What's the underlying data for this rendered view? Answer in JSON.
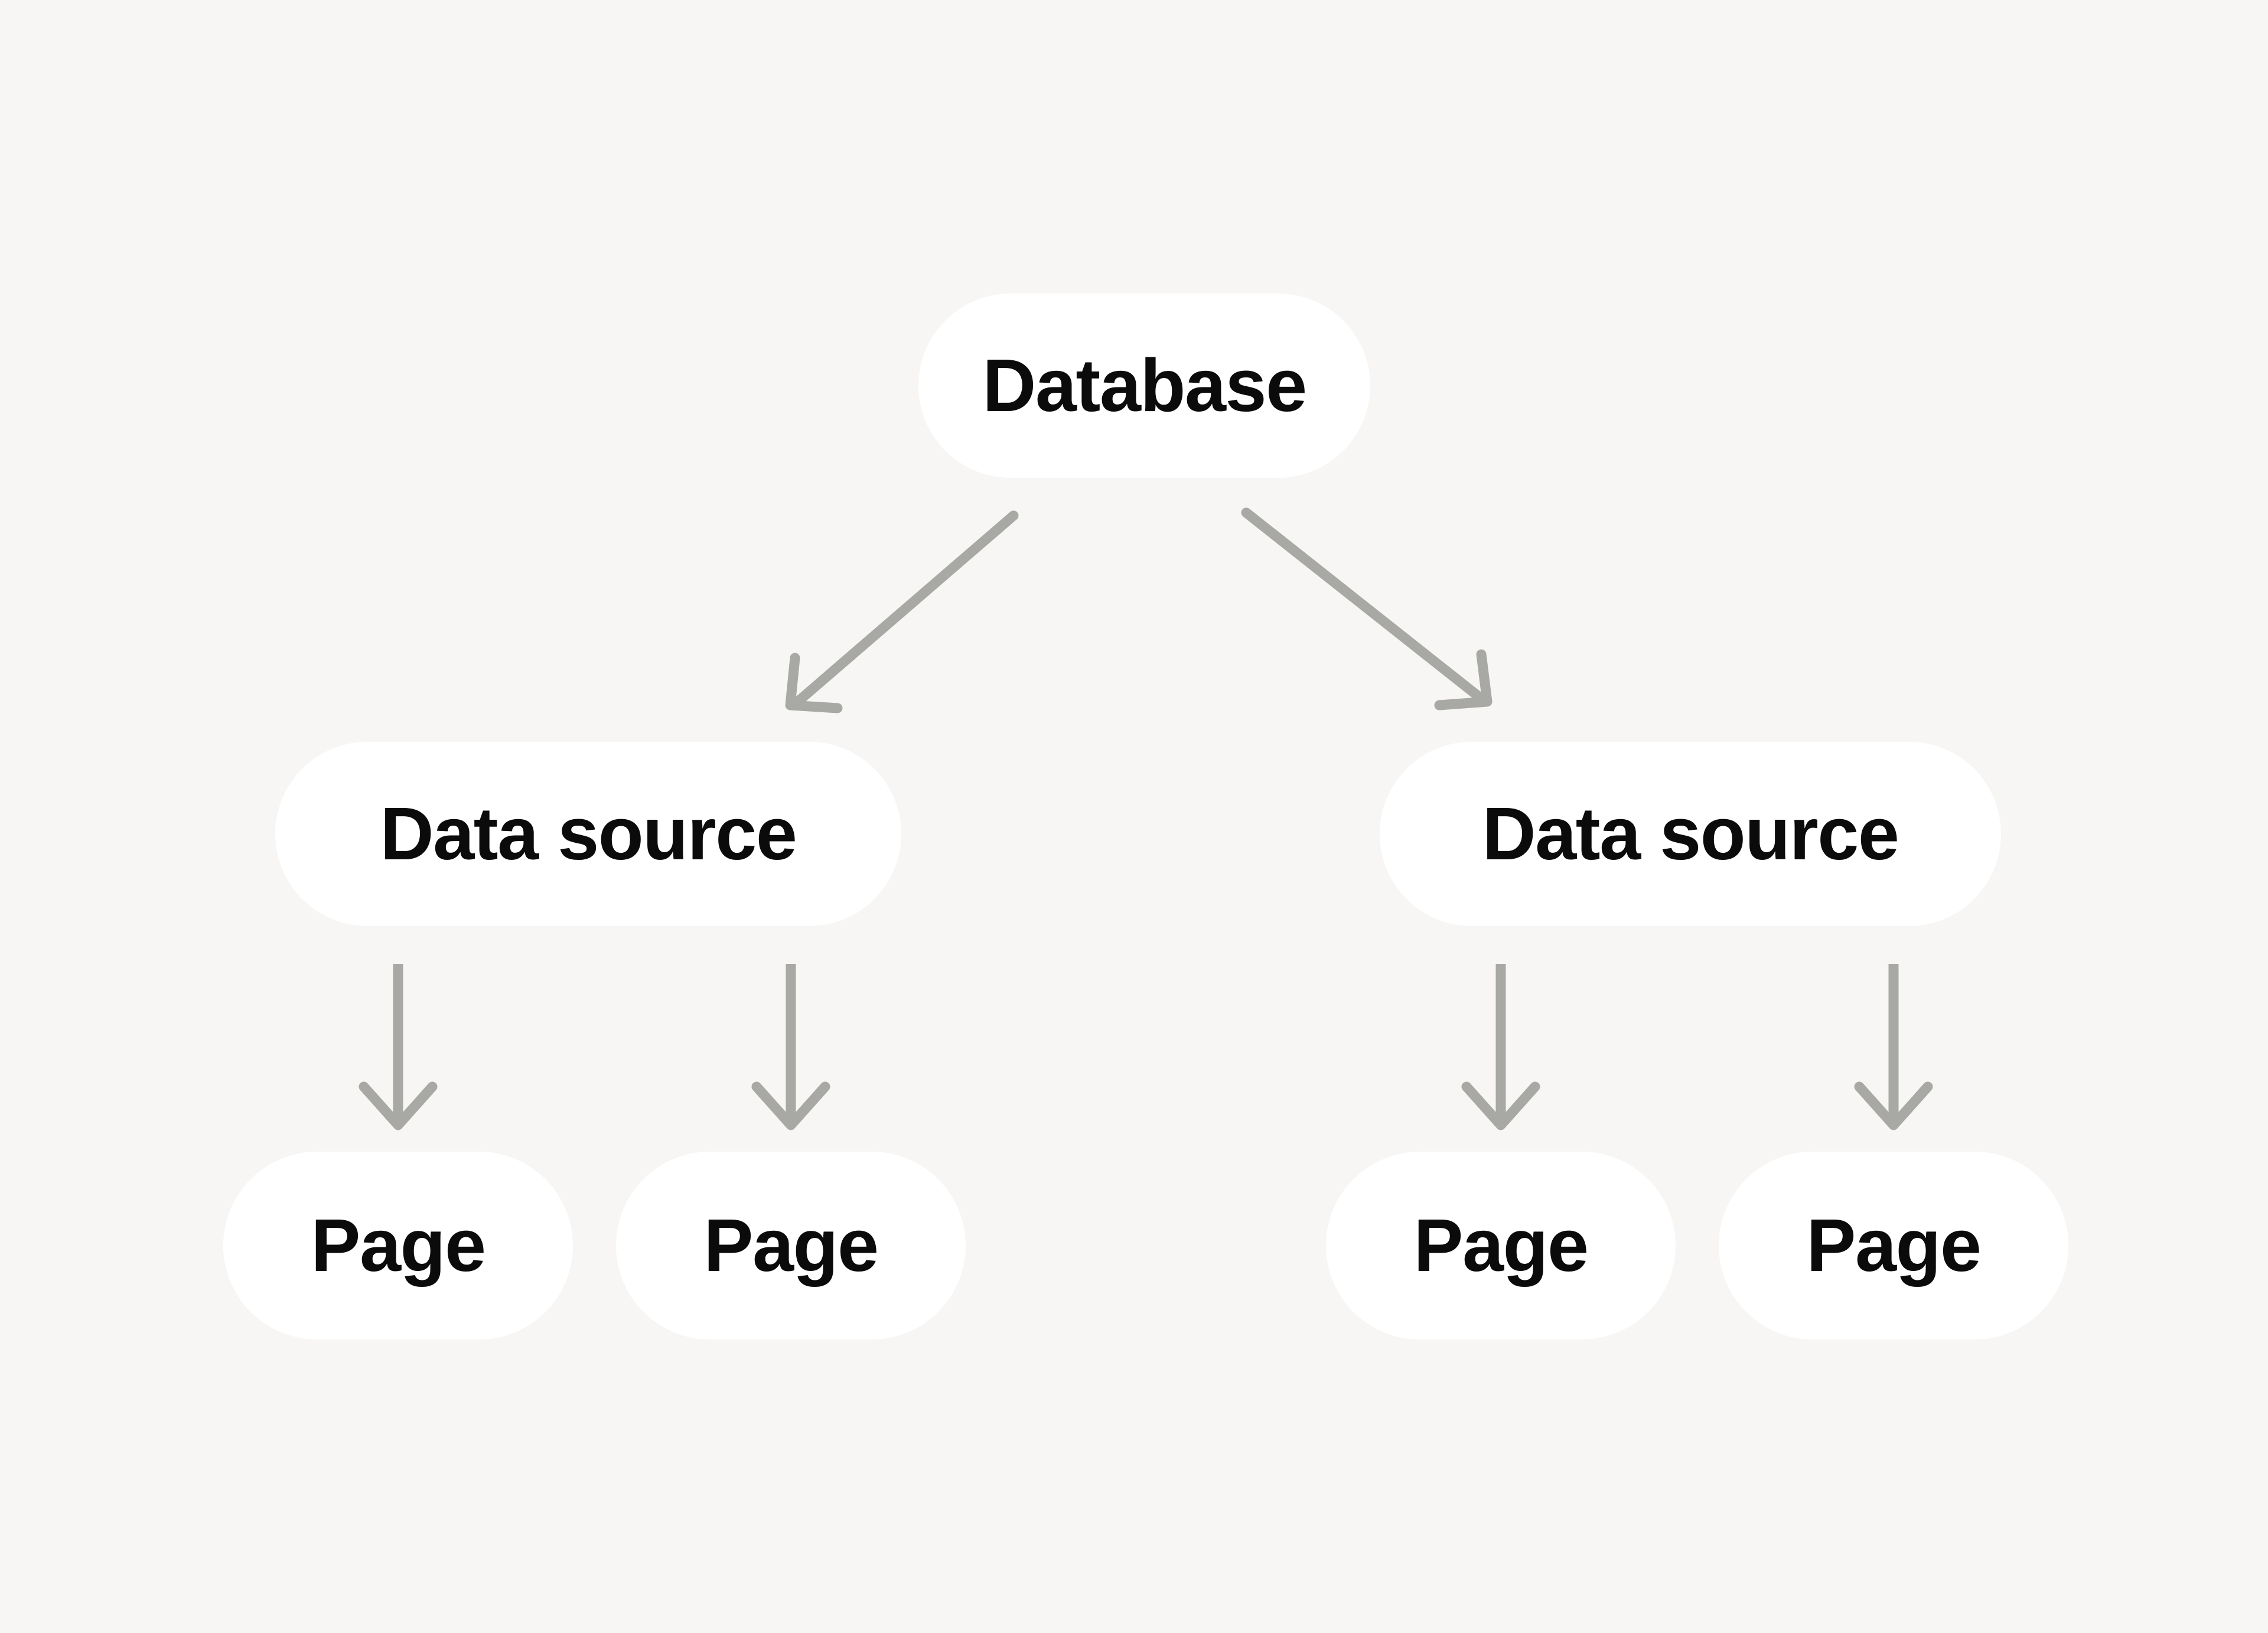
{
  "diagram": {
    "title": "Database hierarchy diagram",
    "background_color": "#F7F6F4",
    "node_fill_color": "#FFFFFF",
    "node_text_color": "#0B0B0B",
    "edge_color": "#A8A8A5",
    "nodes": [
      {
        "id": "database",
        "label": "Database",
        "level": 0
      },
      {
        "id": "ds-left",
        "label": "Data source",
        "level": 1
      },
      {
        "id": "ds-right",
        "label": "Data source",
        "level": 1
      },
      {
        "id": "page-1",
        "label": "Page",
        "level": 2
      },
      {
        "id": "page-2",
        "label": "Page",
        "level": 2
      },
      {
        "id": "page-3",
        "label": "Page",
        "level": 2
      },
      {
        "id": "page-4",
        "label": "Page",
        "level": 2
      }
    ],
    "edges": [
      {
        "from": "database",
        "to": "ds-left",
        "kind": "diagonal-down-left"
      },
      {
        "from": "database",
        "to": "ds-right",
        "kind": "diagonal-down-right"
      },
      {
        "from": "ds-left",
        "to": "page-1",
        "kind": "vertical-down"
      },
      {
        "from": "ds-left",
        "to": "page-2",
        "kind": "vertical-down"
      },
      {
        "from": "ds-right",
        "to": "page-3",
        "kind": "vertical-down"
      },
      {
        "from": "ds-right",
        "to": "page-4",
        "kind": "vertical-down"
      }
    ]
  }
}
